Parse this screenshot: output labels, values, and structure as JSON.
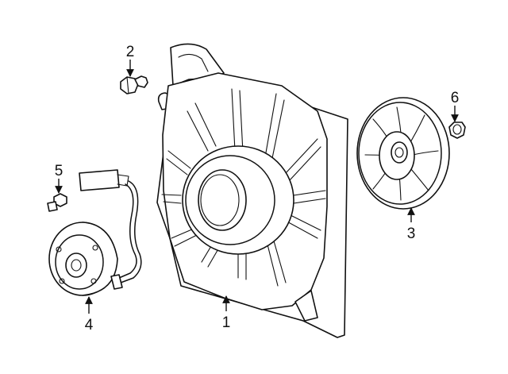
{
  "callouts": [
    {
      "id": "1",
      "label": "1"
    },
    {
      "id": "2",
      "label": "2"
    },
    {
      "id": "3",
      "label": "3"
    },
    {
      "id": "4",
      "label": "4"
    },
    {
      "id": "5",
      "label": "5"
    },
    {
      "id": "6",
      "label": "6"
    }
  ],
  "colors": {
    "line": "#111111",
    "background": "#ffffff"
  }
}
